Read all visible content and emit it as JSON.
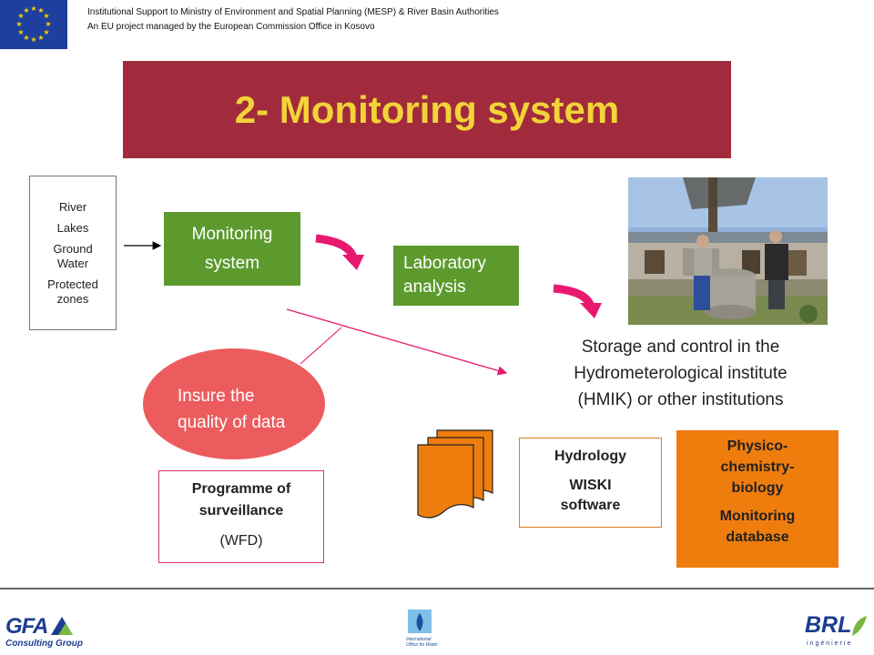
{
  "header": {
    "line1": "Institutional Support to Ministry of Environment and Spatial Planning (MESP) & River Basin Authorities",
    "line2": "An EU project managed by the European Commission Office in Kosovo"
  },
  "title": "2- Monitoring system",
  "sources": [
    "River",
    "Lakes",
    "Ground Water",
    "Protected zones"
  ],
  "monitoring_box": {
    "line1": "Monitoring",
    "line2": "system"
  },
  "lab_box": {
    "line1": "Laboratory",
    "line2": "analysis"
  },
  "storage": {
    "line1": "Storage and control in the",
    "line2": "Hydrometerological institute",
    "line3": "(HMIK) or other institutions"
  },
  "quality": {
    "line1": "Insure the",
    "line2": "quality of data"
  },
  "programme": {
    "line1": "Programme of",
    "line2": "surveillance",
    "line3": "(WFD)"
  },
  "hydrology": {
    "line1": "Hydrology",
    "line2": "WISKI",
    "line3": "software"
  },
  "physico": {
    "line1": "Physico-",
    "line2": "chemistry-",
    "line3": "biology",
    "line4": "Monitoring",
    "line5": "database"
  },
  "logos": {
    "gfa": {
      "word": "GFA",
      "sub": "Consulting Group"
    },
    "ioe": {
      "text": "International Office for Water"
    },
    "brl": {
      "word": "BRL",
      "sub": "ingénierie"
    }
  },
  "colors": {
    "title_bg": "#a12b3c",
    "title_text": "#f2d338",
    "green": "#5c9a2e",
    "quality": "#ec5c5e",
    "orange": "#ef7d0e",
    "arrow": "#e8186f"
  }
}
